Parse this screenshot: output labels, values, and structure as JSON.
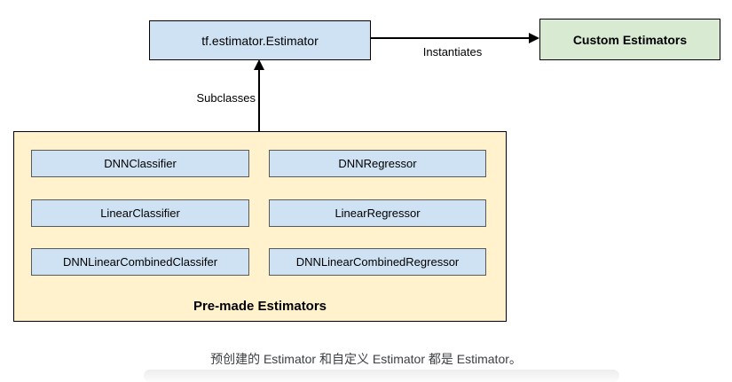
{
  "diagram": {
    "estimator_box": {
      "label": "tf.estimator.Estimator"
    },
    "custom_box": {
      "label": "Custom Estimators"
    },
    "arrows": {
      "instantiates_label": "Instantiates",
      "subclasses_label": "Subclasses"
    },
    "premade": {
      "title": "Pre-made Estimators",
      "items": [
        "DNNClassifier",
        "DNNRegressor",
        "LinearClassifier",
        "LinearRegressor",
        "DNNLinearCombinedClassifer",
        "DNNLinearCombinedRegressor"
      ]
    },
    "caption": "预创建的 Estimator 和自定义 Estimator 都是 Estimator。"
  },
  "colors": {
    "node_blue_fill": "#cfe2f3",
    "custom_green_fill": "#d9ead3",
    "premade_yellow_fill": "#fff2cc",
    "outer_border": "#000000",
    "inner_border": "#595959",
    "caption_text": "#3c4043"
  }
}
